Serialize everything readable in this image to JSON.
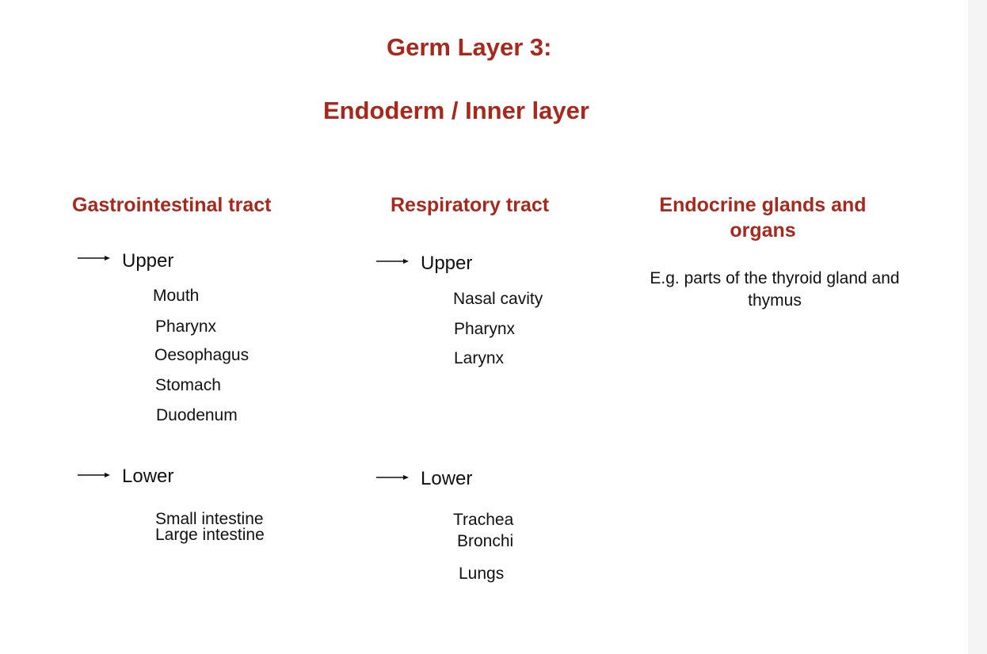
{
  "title_line1": "Germ Layer 3:",
  "title_line2": "Endoderm / Inner layer",
  "columns": {
    "gastro": {
      "heading": "Gastrointestinal tract",
      "upper_label": "Upper",
      "upper_items": [
        "Mouth",
        "Pharynx",
        "Oesophagus",
        "Stomach",
        "Duodenum"
      ],
      "lower_label": "Lower",
      "lower_items": [
        "Small intestine",
        "Large intestine"
      ]
    },
    "resp": {
      "heading": "Respiratory tract",
      "upper_label": "Upper",
      "upper_items": [
        "Nasal cavity",
        "Pharynx",
        "Larynx"
      ],
      "lower_label": "Lower",
      "lower_items": [
        "Trachea",
        "Bronchi",
        "Lungs"
      ]
    },
    "endo": {
      "heading_line1": "Endocrine glands and",
      "heading_line2": "organs",
      "note": "E.g. parts of the thyroid gland and thymus"
    }
  },
  "colors": {
    "title": "#a8281c",
    "text": "#111111"
  },
  "icons": {
    "bullet": "right-arrow-icon"
  }
}
